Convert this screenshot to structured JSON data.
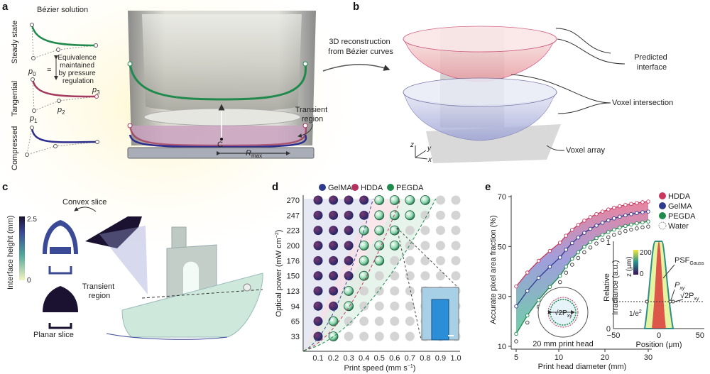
{
  "panels": {
    "a": {
      "letter": "a",
      "title": "Bézier solution",
      "rows": [
        "Steady state",
        "Tangential",
        "Compressed"
      ],
      "equivalence": [
        "Equivalence",
        "maintained",
        "by pressure",
        "regulation"
      ],
      "equals": "=",
      "points": {
        "p0": "p",
        "p0_sub": "0",
        "p1": "p",
        "p1_sub": "1",
        "p2": "p",
        "p2_sub": "2",
        "p3": "p",
        "p3_sub": "3"
      },
      "transient_region": [
        "Transient",
        "region"
      ],
      "center_label": "C",
      "rmax": "R",
      "rmax_sub": "max",
      "colors": {
        "steady": "#1f8a4c",
        "tangential": "#a33a5f",
        "compressed": "#2e2e8f"
      }
    },
    "reconstruction_label": [
      "3D reconstruction",
      "from Bézier curves"
    ],
    "b": {
      "letter": "b",
      "predicted_interface": [
        "Predicted",
        "interface"
      ],
      "voxel_intersection": "Voxel intersection",
      "voxel_array": "Voxel array",
      "axes": {
        "z": "z",
        "y": "y",
        "x": "x"
      }
    },
    "c": {
      "letter": "c",
      "convex_slice": "Convex slice",
      "planar_slice": "Planar slice",
      "transient_region": [
        "Transient",
        "region"
      ],
      "colorbar_label": "Interface height (mm)",
      "colorbar_max": "2.5",
      "colorbar_min": "0"
    }
  },
  "chart_data": [
    {
      "panel": "d",
      "type": "scatter",
      "xlabel": "Print speed (mm s",
      "xlabel_sup": "−1",
      "xlabel_end": ")",
      "ylabel": "Optical power (mW cm",
      "ylabel_sup": "−2",
      "ylabel_end": ")",
      "x": [
        "0.1",
        "0.2",
        "0.3",
        "0.4",
        "0.5",
        "0.6",
        "0.7",
        "0.8",
        "0.9",
        "1.0"
      ],
      "y": [
        "270",
        "247",
        "223",
        "200",
        "176",
        "150",
        "123",
        "94",
        "65",
        "33"
      ],
      "legend": [
        {
          "name": "GelMA",
          "color": "#2e3a8c"
        },
        {
          "name": "HDDA",
          "color": "#b3305f"
        },
        {
          "name": "PEGDA",
          "color": "#1f8a4c"
        }
      ],
      "legend_placement": "top",
      "printable_max_speed_dark": {
        "270": 0.4,
        "247": 0.4,
        "223": 0.3,
        "200": 0.3,
        "176": 0.3,
        "150": 0.3,
        "123": 0.2,
        "94": 0.2,
        "65": 0.1,
        "33": 0.1
      },
      "printable_max_speed_pegda": {
        "270": 0.8,
        "247": 0.7,
        "223": 0.6,
        "200": 0.6,
        "176": 0.5,
        "150": 0.4,
        "123": 0.3,
        "94": 0.3,
        "65": 0.2,
        "33": 0.2
      }
    },
    {
      "panel": "e",
      "type": "line",
      "xlabel": "Print head diameter (mm)",
      "ylabel": "Accurate pixel area fraction (%)",
      "xticks": [
        "5",
        "10",
        "20",
        "30"
      ],
      "yticks": [
        "10",
        "30",
        "50",
        "70"
      ],
      "ylim": [
        10,
        70
      ],
      "legend_placement": "top-right",
      "series": [
        {
          "name": "HDDA",
          "color": "#c8385e",
          "start": 34,
          "end": 68
        },
        {
          "name": "GelMA",
          "color": "#2e3a8c",
          "start": 26,
          "end": 64
        },
        {
          "name": "PEGDA",
          "color": "#1f8a4c",
          "start": 15,
          "end": 60
        },
        {
          "name": "Water",
          "color": "#999999",
          "start": 12,
          "end": 58
        }
      ],
      "inset_head": {
        "label": "20 mm print head",
        "diameter": "√2P",
        "diameter_sub": "xy"
      },
      "inset_psf": {
        "xlabel": "Position (μm)",
        "ylabel": [
          "Relative",
          "irradiance (a.u.)"
        ],
        "xticks": [
          "−50",
          "0",
          "50"
        ],
        "yticks": [
          "0",
          "1"
        ],
        "threshold": "1/e",
        "threshold_sup": "2",
        "psf": "PSF",
        "psf_sub": "Gauss",
        "pxy": "P",
        "pxy_sub": "xy",
        "sqrt2pxy": "√2P",
        "sqrt2pxy_sub": "xy",
        "colorbar_label": "z (μm)",
        "colorbar_max": "200",
        "colorbar_min": "0"
      }
    }
  ]
}
